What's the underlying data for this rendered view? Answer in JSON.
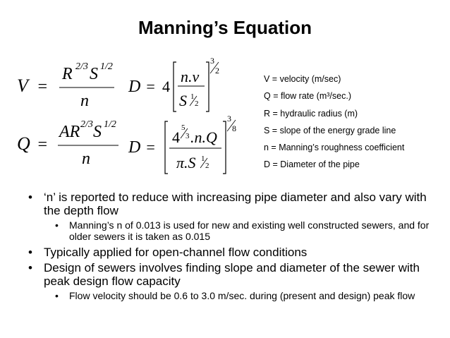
{
  "title": "Manning’s Equation",
  "definitions": [
    "V = velocity (m/sec)",
    "Q = flow rate (m³/sec.)",
    "R = hydraulic radius (m)",
    "S = slope of the energy grade line",
    "n = Manning’s roughness coefficient",
    "D = Diameter of the pipe"
  ],
  "bullets": [
    {
      "text": "‘n’ is reported to reduce with increasing pipe diameter and also vary with the depth flow",
      "sub": [
        "Manning’s n of 0.013 is used for new and existing well constructed sewers, and for older sewers it is taken as 0.015"
      ]
    },
    {
      "text": "Typically applied for open-channel flow conditions",
      "sub": []
    },
    {
      "text": "Design of sewers involves finding slope and diameter of the sewer with peak design flow capacity",
      "sub": [
        "Flow velocity should be 0.6 to 3.0 m/sec. during (present and design) peak flow"
      ]
    }
  ]
}
